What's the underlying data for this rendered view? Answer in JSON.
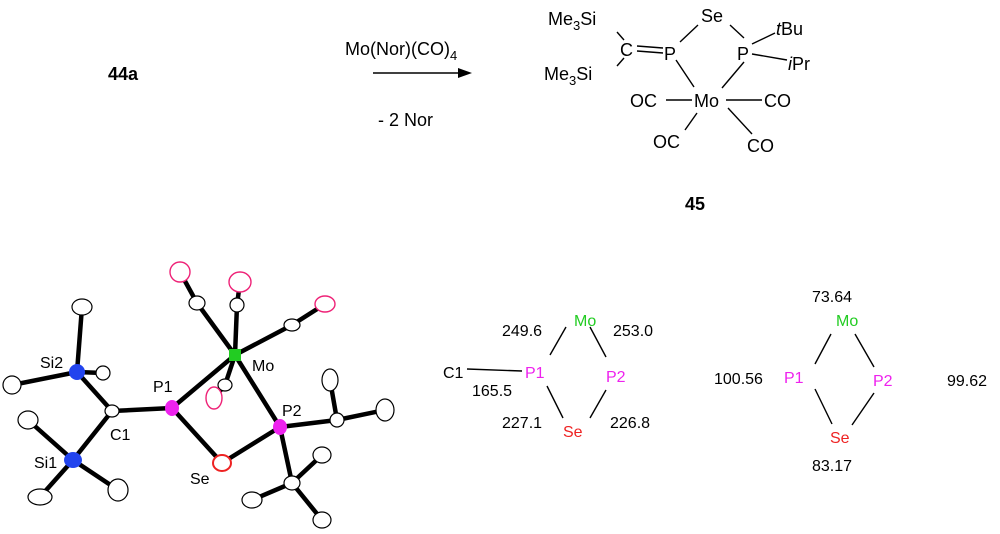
{
  "scheme": {
    "reactant": "44a",
    "reagent": "Mo(Nor)(CO)",
    "reagent_subscript": "4",
    "byproduct": "-  2 Nor",
    "product_label": "45"
  },
  "product": {
    "me3si_top": "Me",
    "me3si_bottom": "Me",
    "sub3": "3",
    "si": "Si",
    "c": "C",
    "p1": "P",
    "se": "Se",
    "p2": "P",
    "tbu_t": "t",
    "tbu": "Bu",
    "ipr_i": "i",
    "ipr": "Pr",
    "mo": "Mo",
    "oc_left": "OC",
    "co_right": "CO",
    "oc_lower": "OC",
    "co_lower": "CO"
  },
  "ortep": {
    "labels": {
      "si2": "Si2",
      "si1": "Si1",
      "c1": "C1",
      "p1": "P1",
      "mo": "Mo",
      "p2": "P2",
      "se": "Se"
    },
    "colors": {
      "mo": "#22cc22",
      "p": "#ee22ee",
      "se": "#ee2222",
      "si": "#2244ee",
      "o": "#ee2277",
      "c": "#000000"
    }
  },
  "bond_lengths": {
    "atoms": {
      "mo": "Mo",
      "p1": "P1",
      "p2": "P2",
      "se": "Se",
      "c1": "C1"
    },
    "mo_p1": "249.6",
    "mo_p2": "253.0",
    "c1_p1": "165.5",
    "p1_se": "227.1",
    "p2_se": "226.8"
  },
  "bond_angles": {
    "atoms": {
      "mo": "Mo",
      "p1": "P1",
      "p2": "P2",
      "se": "Se"
    },
    "mo": "73.64",
    "p1": "100.56",
    "p2": "99.62",
    "se": "83.17"
  }
}
